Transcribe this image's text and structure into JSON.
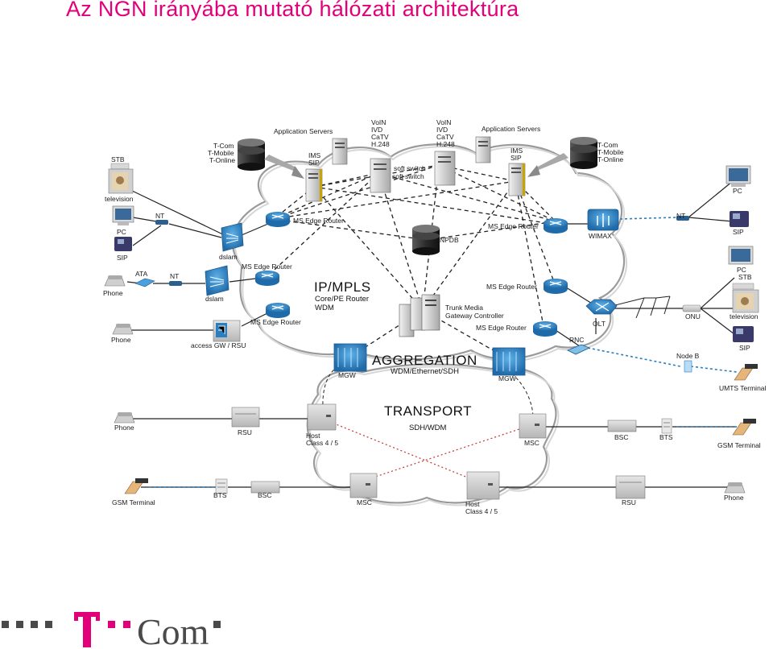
{
  "title": "Az NGN irányába mutató hálózati architektúra",
  "colors": {
    "magenta": "#e2007a",
    "router": "#2a7fc0",
    "cloud": "#d8d8d8"
  },
  "labels": {
    "stb_l": "STB",
    "tv_l": "television",
    "pc_l": "PC",
    "sip_l": "SIP",
    "nt_l1": "NT",
    "ata": "ATA",
    "nt_l2": "NT",
    "phone_l1": "Phone",
    "phone_l2": "Phone",
    "dslam1": "dslam",
    "dslam2": "dslam",
    "access_gw": "access GW / RSU",
    "tcom_l1": "T-Com",
    "tcom_l2": "T-Mobile",
    "tcom_l3": "T-Online",
    "app_srv_l": "Application Servers",
    "ims_l1": "IMS",
    "ims_l2": "SIP",
    "voin_1": "VoIN",
    "voin_2": "IVD",
    "voin_3": "CaTV",
    "voin_4": "H.248",
    "voin2_1": "VoIN",
    "voin2_2": "IVD",
    "voin2_3": "CaTV",
    "voin2_4": "H.248",
    "softswitch1": "soft switch",
    "softswitch2": "soft switch",
    "app_srv_r": "Application Servers",
    "ims_r1": "IMS",
    "ims_r2": "SIP",
    "tcom_r1": "T-Com",
    "tcom_r2": "T-Mobile",
    "tcom_r3": "T-Online",
    "pc_r": "PC",
    "nt_r": "NT",
    "sip_r": "SIP",
    "wimax": "WIMAX",
    "ms_edge_1": "MS Edge Router",
    "ms_edge_2": "MS Edge Router",
    "ms_edge_3": "MS Edge Router",
    "ms_edge_4": "MS Edge Router",
    "ms_edge_5": "MS Edge Router",
    "ms_edge_6": "MS Edge Router",
    "npdb": "NPDB",
    "ipmpls": "IP/MPLS",
    "ipmpls_sub1": "Core/PE Router",
    "ipmpls_sub2": "WDM",
    "trunk1": "Trunk Media",
    "trunk2": "Gateway Controller",
    "pc_r2": "PC",
    "stb_r": "STB",
    "television_r": "television",
    "onu": "ONU",
    "olt": "OLT",
    "rnc": "RNC",
    "sip_r2": "SIP",
    "nodeb": "Node B",
    "umts": "UMTS Terminal",
    "aggregation": "AGGREGATION",
    "aggregation_sub": "WDM/Ethernet/SDH",
    "mgw_l": "MGW",
    "mgw_r": "MGW",
    "transport": "TRANSPORT",
    "transport_sub": "SDH/WDM",
    "phone_l3": "Phone",
    "rsu_l": "RSU",
    "host_l1": "Host",
    "host_l2": "Class 4 / 5",
    "msc_r": "MSC",
    "bsc_r": "BSC",
    "bts_r": "BTS",
    "gsm_r": "GSM Terminal",
    "gsm_l": "GSM Terminal",
    "bts_l": "BTS",
    "bsc_l": "BSC",
    "msc_l": "MSC",
    "host_b1": "Host",
    "host_b2": "Class 4 / 5",
    "rsu_r": "RSU",
    "phone_r": "Phone"
  },
  "logo": {
    "text": "T··Com·"
  }
}
